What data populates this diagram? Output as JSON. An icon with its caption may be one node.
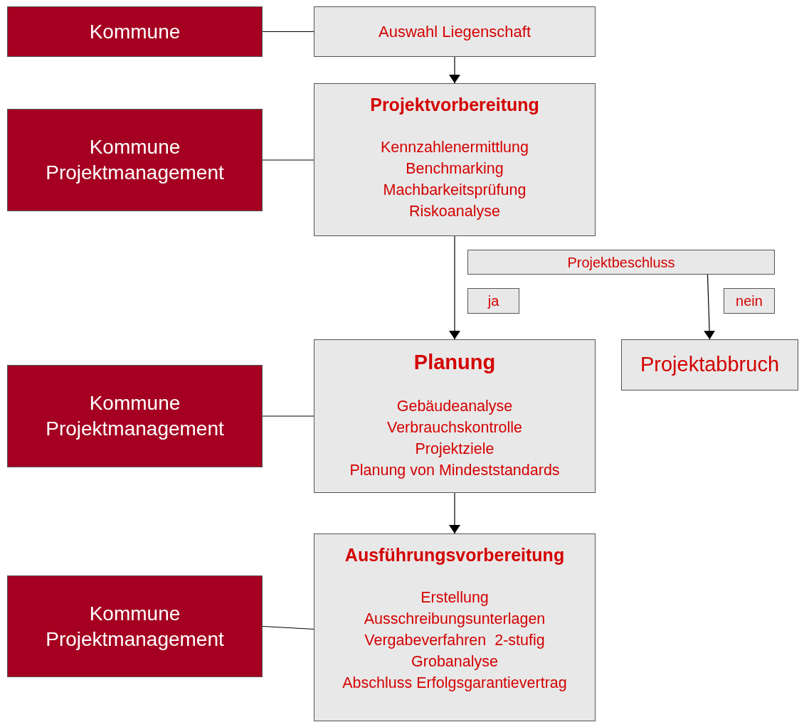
{
  "diagram": {
    "nodes": [
      {
        "text": [
          "Kommune"
        ]
      },
      {
        "text": [
          "Auswahl Liegenschaft"
        ]
      },
      {
        "text": [
          "Kommune Projektmanagement"
        ]
      },
      {
        "text": [
          "Projektvorbereitung",
          "Kennzahlenermittlung",
          "Benchmarking",
          "Machbarkeitsprüfung",
          "Riskoanalyse"
        ]
      },
      {
        "text": [
          "Projektbeschluss"
        ]
      },
      {
        "text": [
          "ja"
        ]
      },
      {
        "text": [
          "nein"
        ]
      },
      {
        "text": [
          "Kommune Projektmanagement"
        ]
      },
      {
        "text": [
          "Planung",
          "Gebäudeanalyse",
          "Verbrauchskontrolle",
          "Projektziele",
          "Planung von Mindeststandards"
        ]
      },
      {
        "text": [
          "Projektabbruch"
        ]
      },
      {
        "text": [
          "Kommune Projektmanagement"
        ]
      },
      {
        "text": [
          "Ausführungsvorbereitung",
          "Erstellung Ausschreibungsunterlagen",
          "Vergabeverfahren  2-stufig",
          "Grobanalyse",
          "Abschluss Erfolgsgarantievertrag"
        ]
      }
    ],
    "edges": [
      {
        "from": 0,
        "to": 1,
        "arrow": "none"
      },
      {
        "from": 1,
        "to": 3,
        "arrow": "to"
      },
      {
        "from": 2,
        "to": 3,
        "arrow": "none"
      },
      {
        "from": 3,
        "to": 8,
        "arrow": "to"
      },
      {
        "from": 4,
        "to": 9,
        "arrow": "to"
      },
      {
        "from": 7,
        "to": 8,
        "arrow": "none"
      },
      {
        "from": 8,
        "to": 11,
        "arrow": "to"
      },
      {
        "from": 10,
        "to": 11,
        "arrow": "none"
      }
    ]
  }
}
